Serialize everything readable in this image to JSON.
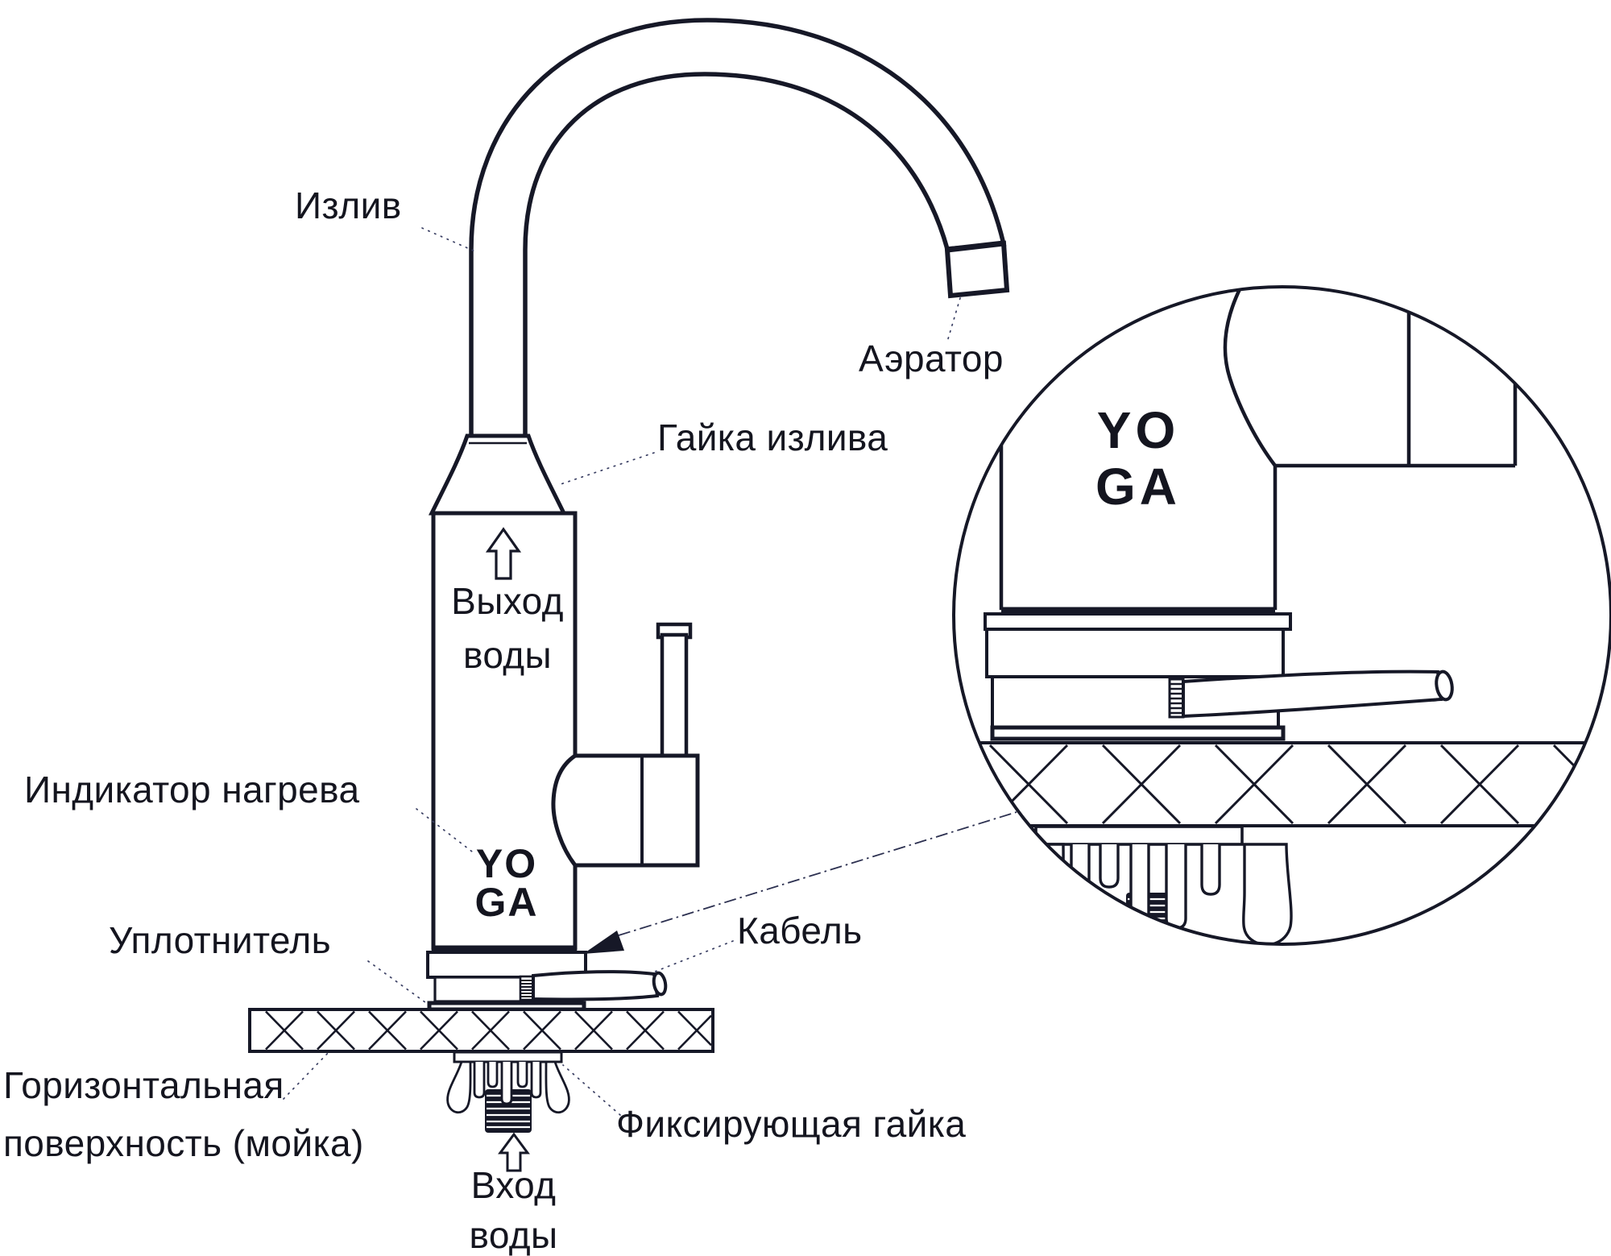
{
  "diagram": {
    "type": "technical-illustration",
    "product": "kitchen instant water-heating faucet",
    "brand": {
      "logo_main": "YO\nGA",
      "logo_detail": "YO\nGA"
    },
    "labels": {
      "spout": "Излив",
      "aerator": "Аэратор",
      "spout_nut": "Гайка излива",
      "water_outlet": "Выход\nводы",
      "heating_indicator": "Индикатор нагрева",
      "seal": "Уплотнитель",
      "cable": "Кабель",
      "surface": "Горизонтальная\nповерхность (мойка)",
      "fixing_nut": "Фиксирующая гайка",
      "water_inlet": "Вход\nводы"
    },
    "colors": {
      "line": "#161827",
      "leader": "#3a3f63",
      "text": "#14151f",
      "background": "#ffffff"
    }
  }
}
